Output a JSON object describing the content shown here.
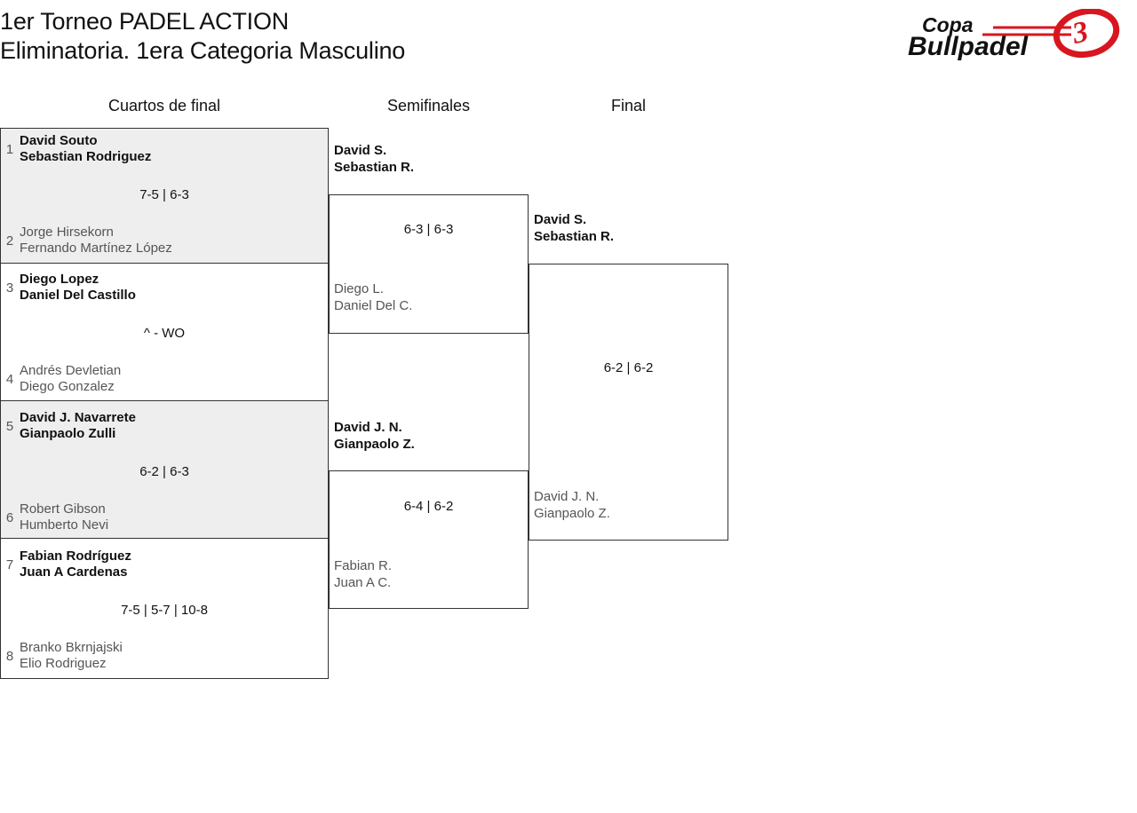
{
  "header": {
    "title_line1": "1er Torneo PADEL ACTION",
    "title_line2": "Eliminatoria. 1era Categoria Masculino",
    "logo": {
      "name": "copa-bullpadel-logo",
      "text_top": "Copa",
      "text_bottom": "Bullpadel",
      "accent_color": "#d8161f",
      "text_color": "#111111"
    }
  },
  "rounds": [
    {
      "id": "qf",
      "label": "Cuartos de final"
    },
    {
      "id": "sf",
      "label": "Semifinales"
    },
    {
      "id": "f",
      "label": "Final"
    }
  ],
  "colors": {
    "winner_text": "#111111",
    "loser_text": "#555555",
    "shaded_cell": "#eeeeee",
    "border": "#333333",
    "background": "#ffffff"
  },
  "bracket": {
    "quarterfinals": [
      {
        "shaded": true,
        "score": "7-5 | 6-3",
        "top": {
          "seed": "1",
          "p1": "David Souto",
          "p2": "Sebastian Rodriguez",
          "winner": true
        },
        "bottom": {
          "seed": "2",
          "p1": "Jorge Hirsekorn",
          "p2": "Fernando Martínez López",
          "winner": false
        }
      },
      {
        "shaded": false,
        "score": "^ - WO",
        "top": {
          "seed": "3",
          "p1": "Diego Lopez",
          "p2": "Daniel Del Castillo",
          "winner": true
        },
        "bottom": {
          "seed": "4",
          "p1": "Andrés Devletian",
          "p2": "Diego Gonzalez",
          "winner": false
        }
      },
      {
        "shaded": true,
        "score": "6-2 | 6-3",
        "top": {
          "seed": "5",
          "p1": "David J. Navarrete",
          "p2": "Gianpaolo Zulli",
          "winner": true
        },
        "bottom": {
          "seed": "6",
          "p1": "Robert Gibson",
          "p2": "Humberto Nevi",
          "winner": false
        }
      },
      {
        "shaded": false,
        "score": "7-5 | 5-7 | 10-8",
        "top": {
          "seed": "7",
          "p1": "Fabian Rodríguez",
          "p2": "Juan A Cardenas",
          "winner": true
        },
        "bottom": {
          "seed": "8",
          "p1": "Branko Bkrnjajski",
          "p2": "Elio Rodriguez",
          "winner": false
        }
      }
    ],
    "semifinals": [
      {
        "score": "6-3 | 6-3",
        "top": {
          "p1": "David S.",
          "p2": "Sebastian R.",
          "winner": true
        },
        "bottom": {
          "p1": "Diego L.",
          "p2": "Daniel Del C.",
          "winner": false
        }
      },
      {
        "score": "6-4 | 6-2",
        "top": {
          "p1": "David J. N.",
          "p2": "Gianpaolo Z.",
          "winner": true
        },
        "bottom": {
          "p1": "Fabian R.",
          "p2": "Juan A C.",
          "winner": false
        }
      }
    ],
    "final": [
      {
        "score": "6-2 | 6-2",
        "top": {
          "p1": "David S.",
          "p2": "Sebastian R.",
          "winner": true
        },
        "bottom": {
          "p1": "David J. N.",
          "p2": "Gianpaolo Z.",
          "winner": false
        }
      }
    ]
  }
}
